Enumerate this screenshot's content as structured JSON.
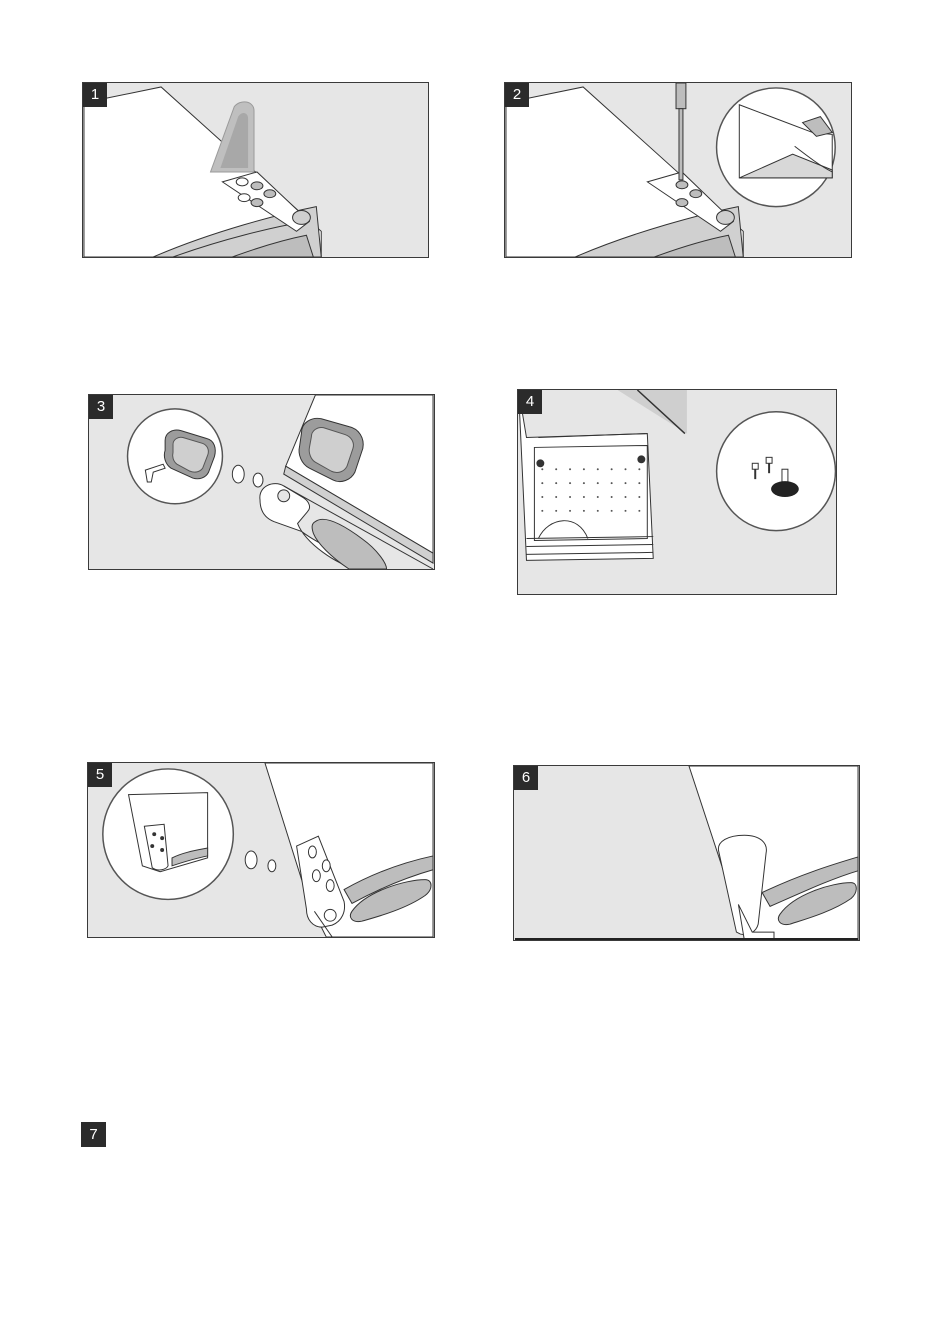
{
  "steps": [
    {
      "number": "1"
    },
    {
      "number": "2"
    },
    {
      "number": "3"
    },
    {
      "number": "4"
    },
    {
      "number": "5"
    },
    {
      "number": "6"
    },
    {
      "number": "7"
    }
  ],
  "colors": {
    "panel_bg": "#e6e6e6",
    "badge_bg": "#2b2b2b",
    "outline": "#3a3a3a",
    "body_white": "#ffffff",
    "mid_grey": "#bdbdbd"
  }
}
